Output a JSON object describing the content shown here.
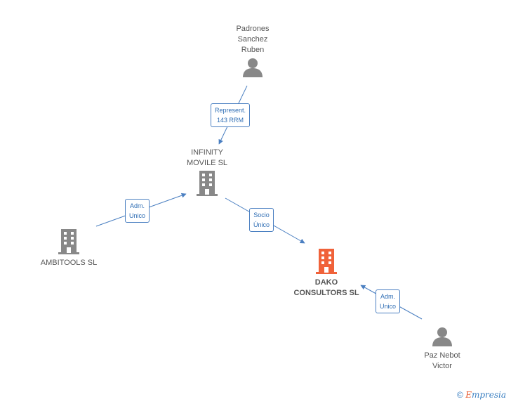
{
  "nodes": {
    "padrones": {
      "label": "Padrones\nSanchez\nRuben",
      "type": "person"
    },
    "infinity": {
      "label": "INFINITY\nMOVILE SL",
      "type": "company"
    },
    "ambitools": {
      "label": "AMBITOOLS SL",
      "type": "company"
    },
    "dako": {
      "label": "DAKO\nCONSULTORS SL",
      "type": "company-main"
    },
    "paz": {
      "label": "Paz Nebot\nVictor",
      "type": "person"
    }
  },
  "edges": {
    "represent": {
      "label": "Represent.\n143 RRM"
    },
    "adm1": {
      "label": "Adm.\nUnico"
    },
    "socio": {
      "label": "Socio\nÚnico"
    },
    "adm2": {
      "label": "Adm.\nUnico"
    }
  },
  "footer": {
    "copyright": "©",
    "brand_e": "E",
    "brand_rest": "mpresia"
  },
  "colors": {
    "person": "#888888",
    "company": "#888888",
    "company_main": "#f0623a",
    "edge": "#4a7fc1"
  }
}
